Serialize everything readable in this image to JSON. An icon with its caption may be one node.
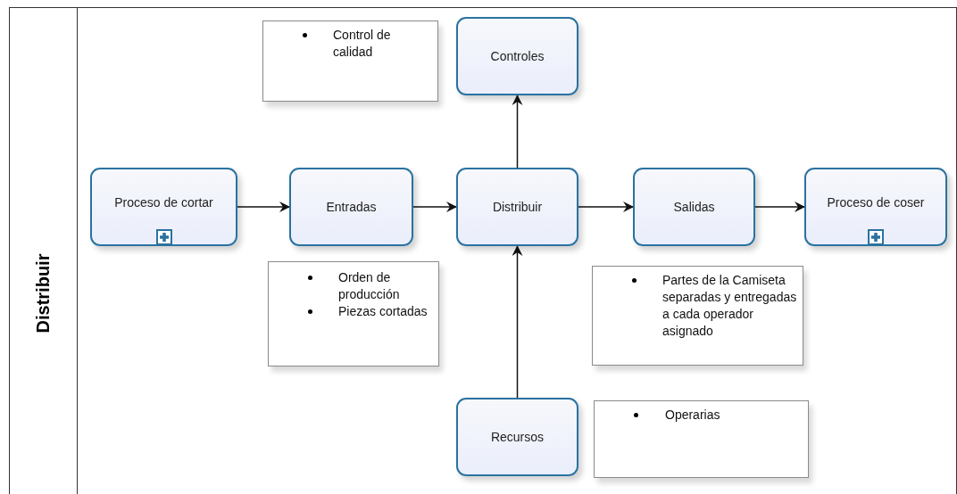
{
  "diagram": {
    "nodes": [
      {
        "text": [
          "Distribuir"
        ]
      },
      {
        "text": [
          "Control de calidad"
        ],
        "in": 0
      },
      {
        "text": [
          "Controles"
        ],
        "in": 0
      },
      {
        "text": [
          "Proceso de cortar"
        ],
        "in": 0
      },
      {
        "text": [
          "Entradas"
        ],
        "in": 0
      },
      {
        "text": [
          "Distribuir"
        ],
        "in": 0
      },
      {
        "text": [
          "Salidas"
        ],
        "in": 0
      },
      {
        "text": [
          "Proceso de coser"
        ],
        "in": 0
      },
      {
        "text": [
          "Orden de producción",
          "Piezas cortadas"
        ],
        "in": 0
      },
      {
        "text": [
          "Partes de la Camiseta separadas y entregadas a cada operador asignado"
        ],
        "in": 0
      },
      {
        "text": [
          "Recursos"
        ],
        "in": 0
      },
      {
        "text": [
          "Operarias"
        ],
        "in": 0
      }
    ],
    "edges": [
      {
        "from": 3,
        "to": 4,
        "arrow": "to"
      },
      {
        "from": 4,
        "to": 5,
        "arrow": "to"
      },
      {
        "from": 5,
        "to": 6,
        "arrow": "to"
      },
      {
        "from": 6,
        "to": 7,
        "arrow": "to"
      },
      {
        "from": 5,
        "to": 2,
        "arrow": "to"
      },
      {
        "from": 10,
        "to": 5,
        "arrow": "to"
      }
    ]
  }
}
